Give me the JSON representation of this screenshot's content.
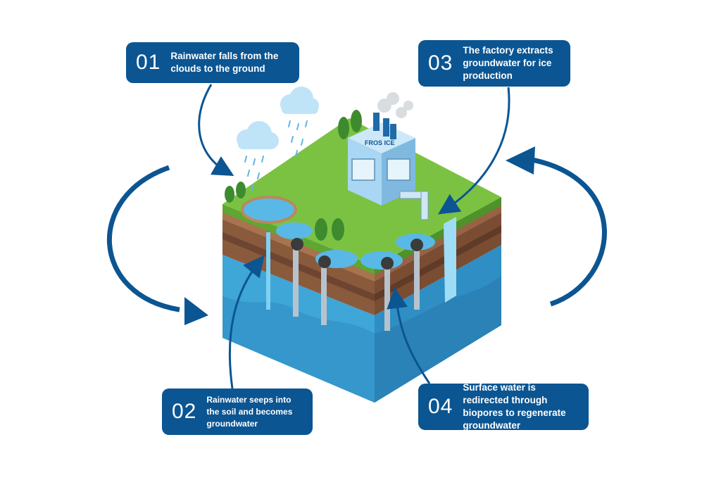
{
  "factory": {
    "sign": "FROS ICE"
  },
  "callouts": [
    {
      "number": "01",
      "text": "Rainwater falls from the clouds to the ground"
    },
    {
      "number": "02",
      "text": "Rainwater seeps into the soil and becomes groundwater"
    },
    {
      "number": "03",
      "text": "The factory extracts groundwater for ice production"
    },
    {
      "number": "04",
      "text": "Surface water is redirected through biopores to regenerate groundwater"
    }
  ],
  "colors": {
    "accent": "#0b5592",
    "grass": "#7cc242",
    "soil": "#8a5a3c",
    "water": "#3fa6d8"
  }
}
